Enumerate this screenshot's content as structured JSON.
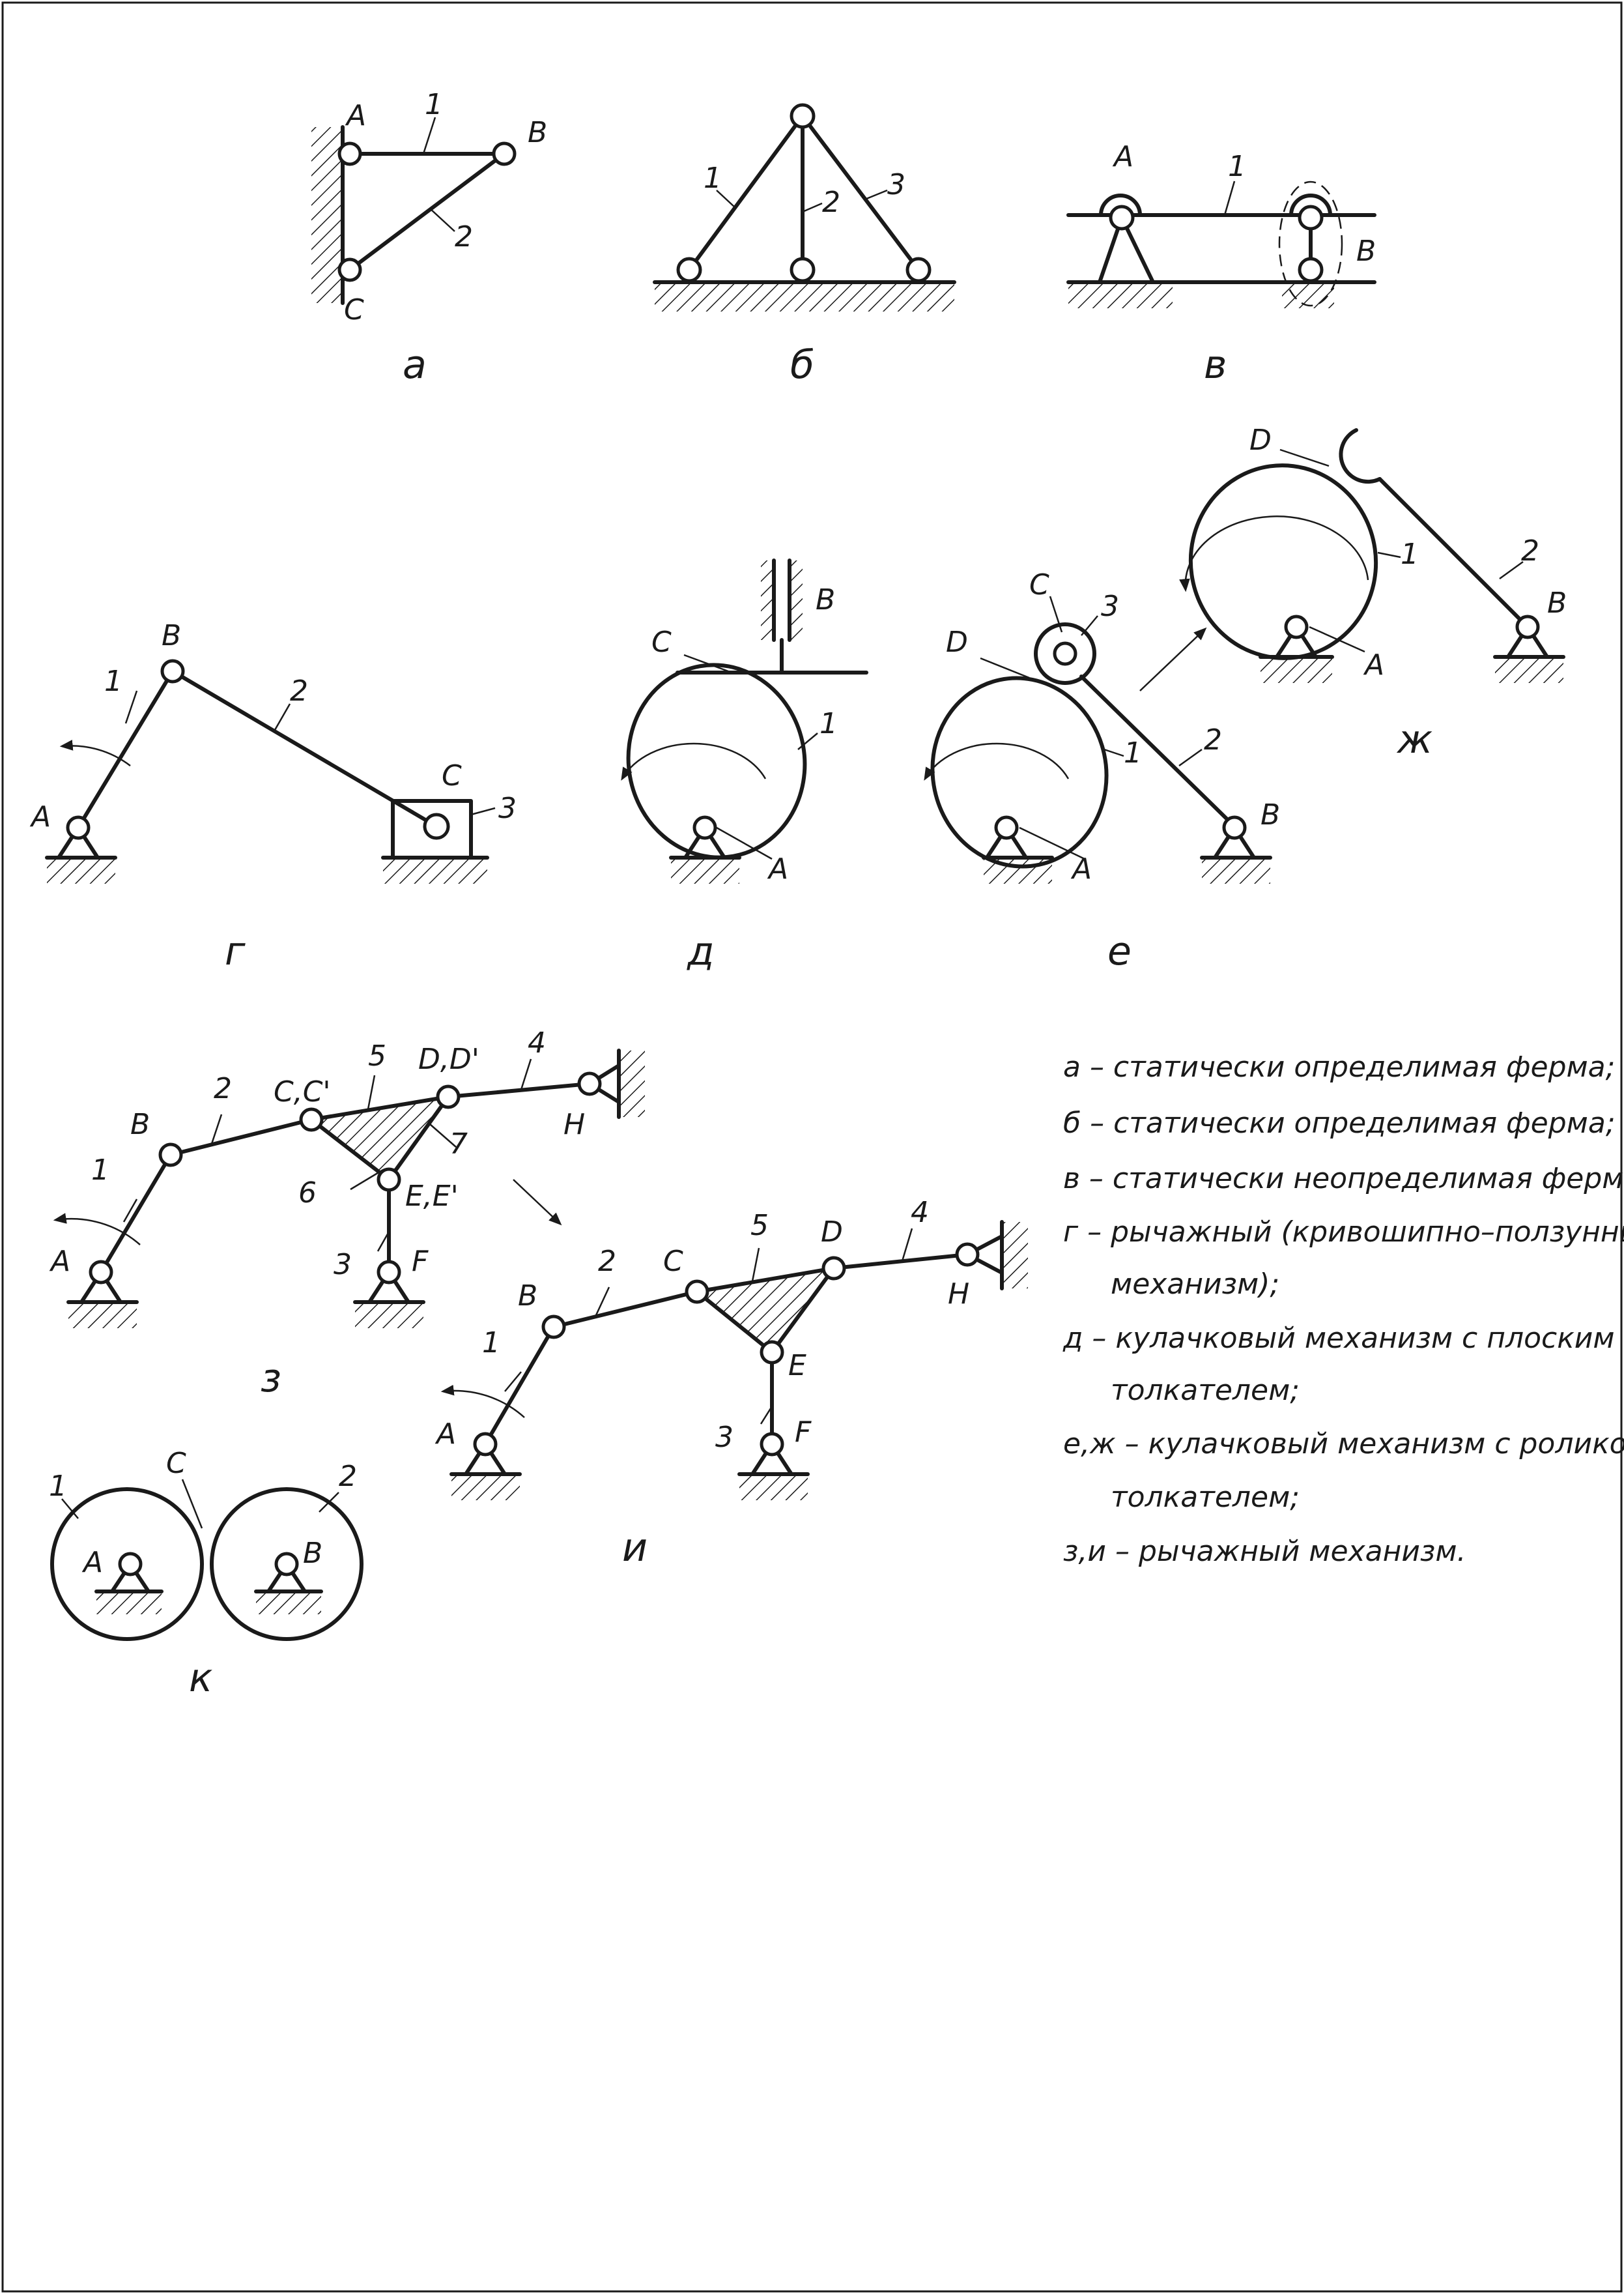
{
  "figures": {
    "a": {
      "caption": "а",
      "labels": [
        "A",
        "B",
        "C",
        "1",
        "2"
      ]
    },
    "b": {
      "caption": "б",
      "labels": [
        "1",
        "2",
        "3"
      ]
    },
    "v": {
      "caption": "в",
      "labels": [
        "A",
        "B",
        "1"
      ]
    },
    "g": {
      "caption": "г",
      "labels": [
        "A",
        "B",
        "C",
        "1",
        "2",
        "3"
      ]
    },
    "d": {
      "caption": "д",
      "labels": [
        "A",
        "B",
        "C",
        "1"
      ]
    },
    "e": {
      "caption": "е",
      "labels": [
        "A",
        "B",
        "C",
        "D",
        "1",
        "2",
        "3"
      ]
    },
    "zh": {
      "caption": "ж",
      "labels": [
        "A",
        "B",
        "D",
        "1",
        "2"
      ]
    },
    "z": {
      "caption": "з",
      "labels": [
        "A",
        "B",
        "C,C'",
        "D,D'",
        "E,E'",
        "F",
        "H",
        "1",
        "2",
        "3",
        "4",
        "5",
        "6",
        "7"
      ]
    },
    "i": {
      "caption": "и",
      "labels": [
        "A",
        "B",
        "C",
        "D",
        "E",
        "F",
        "H",
        "1",
        "2",
        "3",
        "4",
        "5"
      ]
    },
    "k": {
      "caption": "к",
      "labels": [
        "A",
        "B",
        "C",
        "1",
        "2"
      ]
    }
  },
  "legend": [
    "а – статически определимая ферма;",
    "б – статически определимая ферма;",
    "в – статически неопределимая ферма;",
    "г – рычажный (кривошипно–ползунный",
    "механизм);",
    "д – кулачковый механизм с плоским",
    "толкателем;",
    "е,ж – кулачковый механизм с роликовым",
    "толкателем;",
    "з,и – рычажный механизм."
  ]
}
